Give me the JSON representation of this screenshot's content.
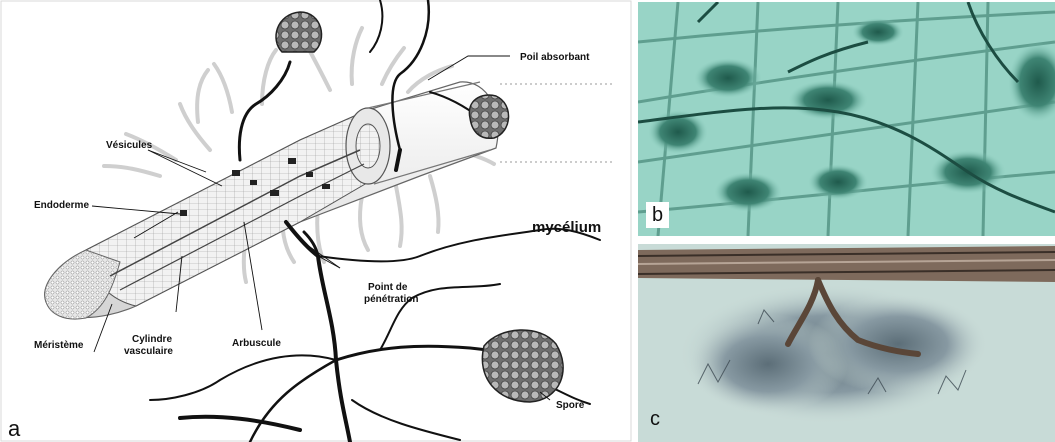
{
  "figure": {
    "panel_a": {
      "letter": "a",
      "labels": {
        "poil_absorbant": "Poil absorbant",
        "vesicules": "Vésicules",
        "endoderme": "Endoderme",
        "mycelium": "mycélium",
        "point_penetration_1": "Point de",
        "point_penetration_2": "pénétration",
        "meristeme": "Méristème",
        "cylindre_1": "Cylindre",
        "cylindre_2": "vasculaire",
        "arbuscule": "Arbuscule",
        "spore": "Spore"
      }
    },
    "panel_b": {
      "letter": "b"
    },
    "panel_c": {
      "letter": "c"
    }
  }
}
